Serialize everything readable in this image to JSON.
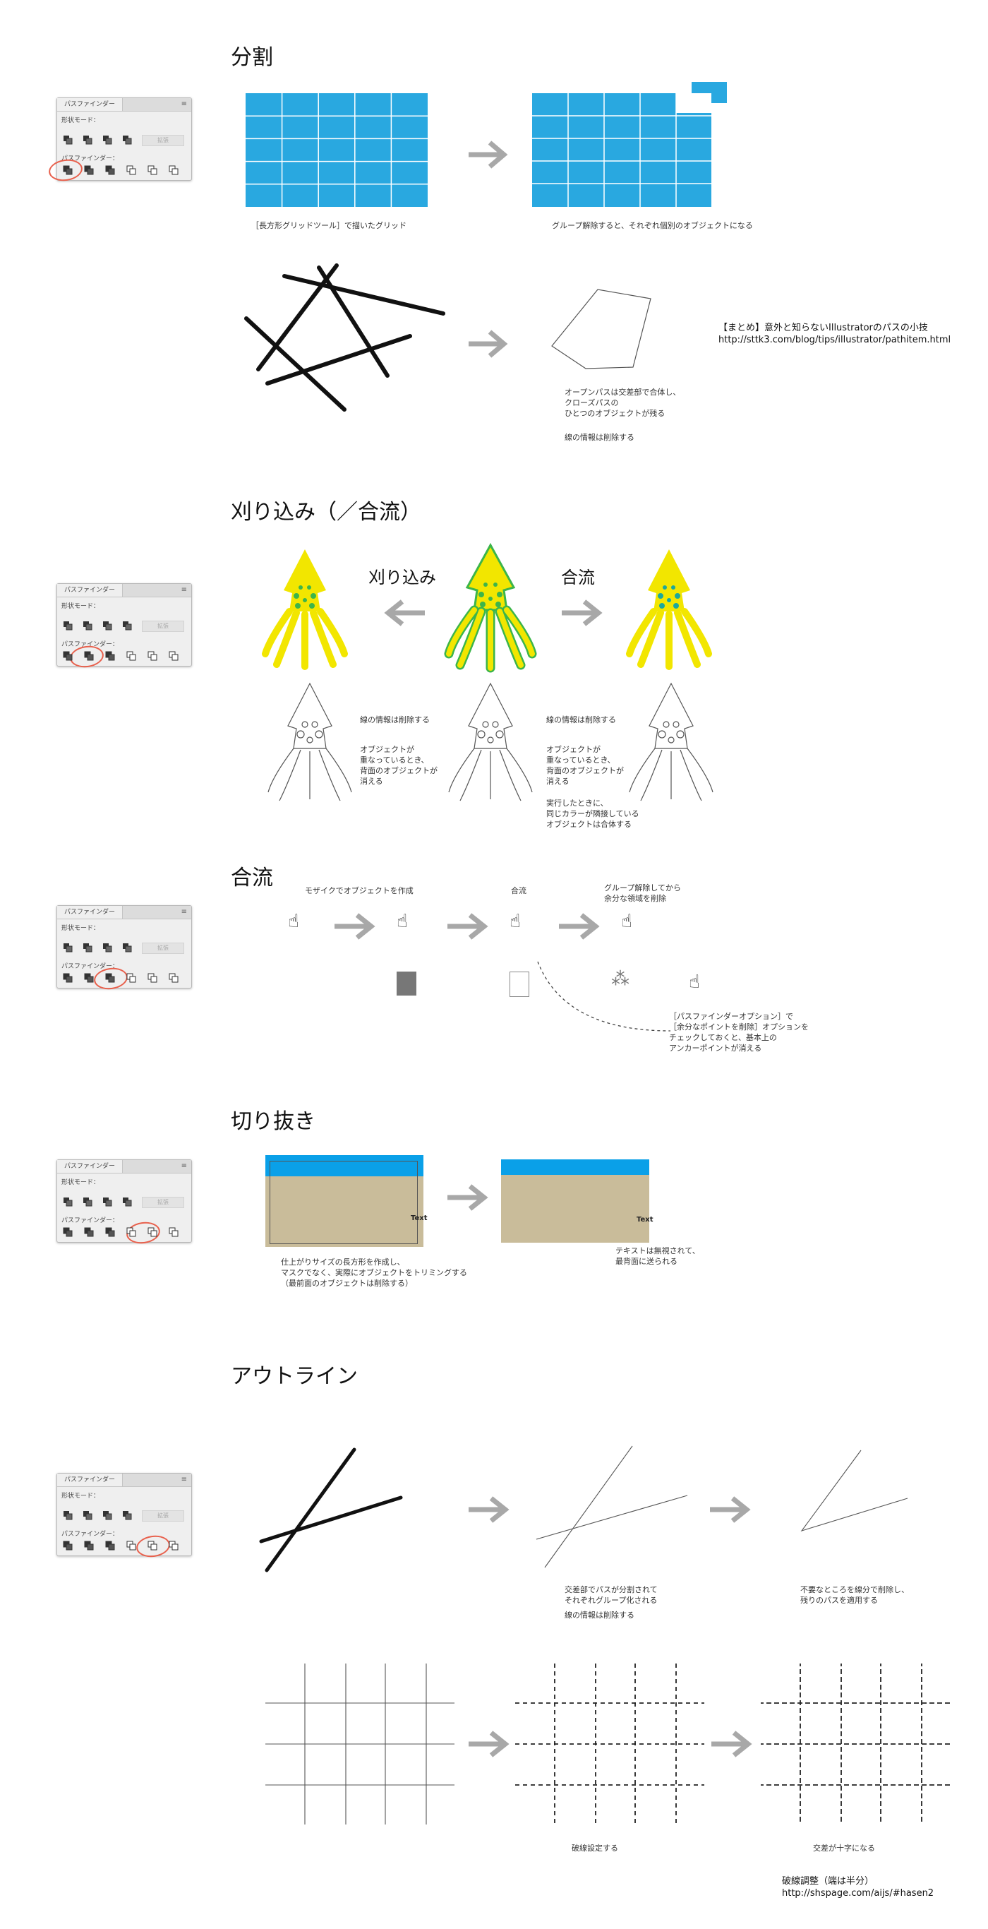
{
  "sections": {
    "divide": {
      "title": "分割"
    },
    "trim": {
      "title": "刈り込み（／合流）"
    },
    "merge": {
      "title": "合流"
    },
    "crop": {
      "title": "切り抜き"
    },
    "outline": {
      "title": "アウトライン"
    }
  },
  "panel": {
    "tab": "パスファインダー",
    "shape_modes": "形状モード：",
    "pathfinders": "パスファインダー：",
    "expand": "拡張",
    "menu_icon": "menu-icon"
  },
  "divide": {
    "note1": "［長方形グリッドツール］で描いたグリッド",
    "note2": "グループ解除すると、それぞれ個別のオブジェクトになる",
    "note3": "オープンパスは交差部で合体し、\nクローズパスの\nひとつのオブジェクトが残る",
    "note4": "線の情報は削除する",
    "link": "【まとめ】意外と知らないIllustratorのパスの小技\nhttp://sttk3.com/blog/tips/illustrator/pathitem.html"
  },
  "trim": {
    "label_left": "刈り込み",
    "label_right": "合流",
    "note_a": "線の情報は削除する",
    "note_b": "オブジェクトが\n重なっているとき、\n背面のオブジェクトが\n消える",
    "note_c": "線の情報は削除する",
    "note_d": "オブジェクトが\n重なっているとき、\n背面のオブジェクトが\n消える",
    "note_e": "実行したときに、\n同じカラーが隣接している\nオブジェクトは合体する"
  },
  "merge": {
    "note_create": "モザイクでオブジェクトを作成",
    "note_merge": "合流",
    "note_ungroup": "グループ解除してから\n余分な領域を削除",
    "note_option": "［パスファインダーオプション］で\n［余分なポイントを削除］オプションを\nチェックしておくと、基本上の\nアンカーポイントが消える"
  },
  "crop": {
    "text1": "Text",
    "text2": "Text",
    "note1": "仕上がりサイズの長方形を作成し、\nマスクでなく、実際にオブジェクトをトリミングする\n（最前面のオブジェクトは削除する）",
    "note2": "テキストは無視されて、\n最背面に送られる"
  },
  "outline": {
    "note1": "交差部でパスが分割されて\nそれぞれグループ化される",
    "note2": "線の情報は削除する",
    "note3": "不要なところを線分で削除し、\n残りのパスを適用する",
    "note4": "破線設定する",
    "note5": "交差が十字になる",
    "link": "破線調整（端は半分）\nhttp://shspage.com/aijs/#hasen2"
  },
  "colors": {
    "grid_blue": "#29a8e0",
    "arrow_gray": "#a8a8a8",
    "squid_yellow": "#f2e600",
    "squid_green": "#3cb54a",
    "squid_teal": "#1ba89c",
    "crop_blue": "#0aa0e8",
    "crop_tan": "#c9bc9a",
    "highlight_red": "#e8604c"
  }
}
